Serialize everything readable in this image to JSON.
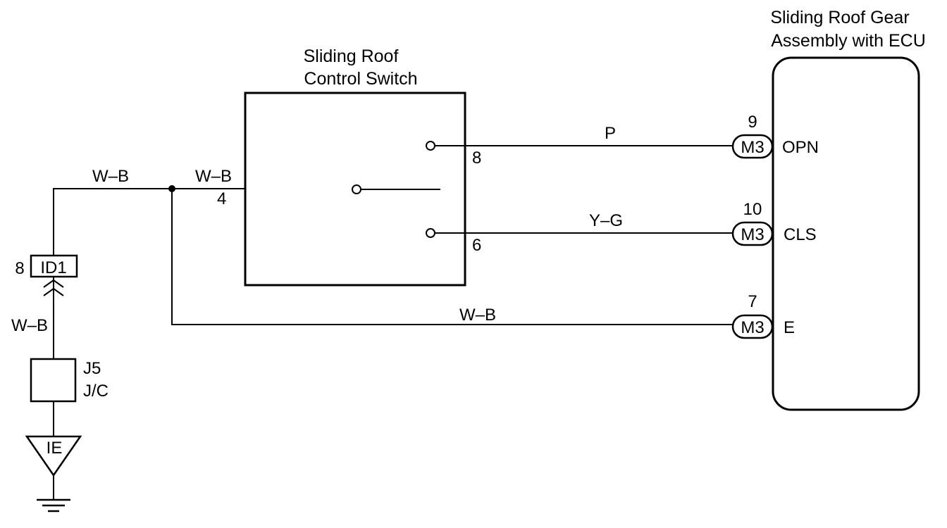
{
  "components": {
    "switch": {
      "title_line1": "Sliding Roof",
      "title_line2": "Control Switch",
      "pin_in": "4",
      "pin_open": "8",
      "pin_close": "6"
    },
    "ecu": {
      "title_line1": "Sliding Roof Gear",
      "title_line2": "Assembly with ECU",
      "pins": [
        {
          "number": "9",
          "connector": "M3",
          "terminal": "OPN"
        },
        {
          "number": "10",
          "connector": "M3",
          "terminal": "CLS"
        },
        {
          "number": "7",
          "connector": "M3",
          "terminal": "E"
        }
      ]
    },
    "connector_id1": {
      "pin": "8",
      "label": "ID1"
    },
    "junction": {
      "label_line1": "J5",
      "label_line2": "J/C"
    },
    "ground": {
      "label": "IE"
    }
  },
  "wires": {
    "ground_riser": "W–B",
    "top_left": "W–B",
    "switch_feed": "W–B",
    "open_line": "P",
    "close_line": "Y–G",
    "ground_line": "W–B"
  }
}
